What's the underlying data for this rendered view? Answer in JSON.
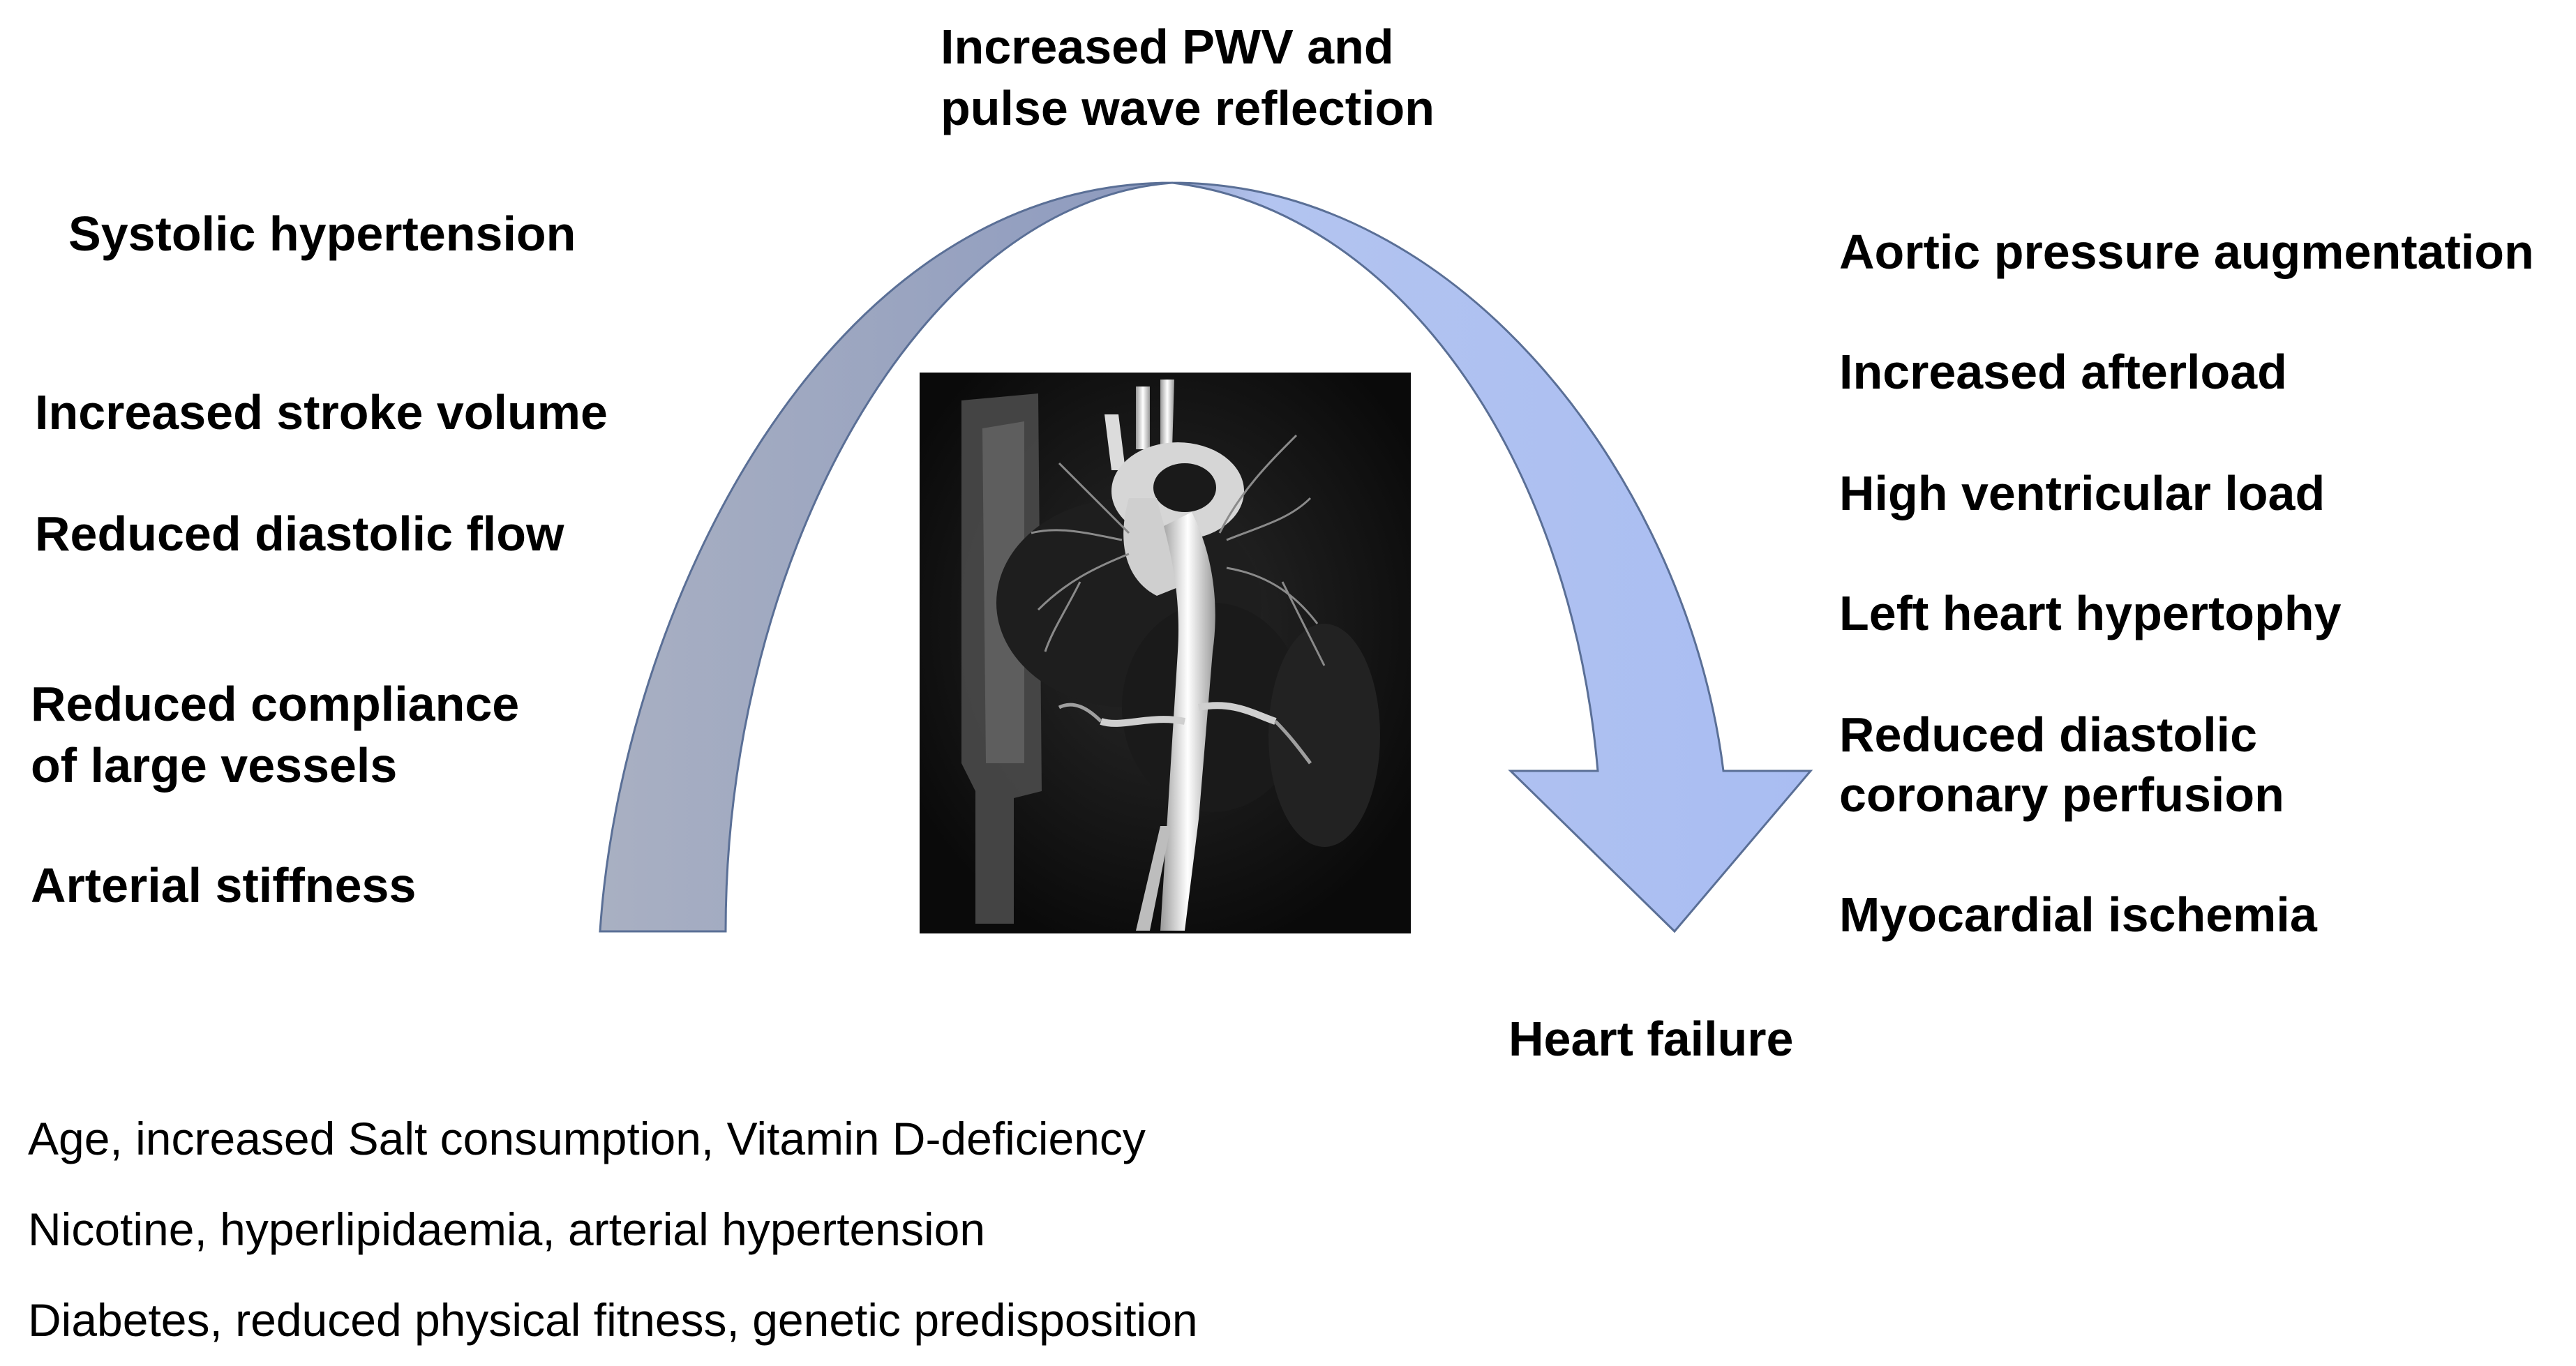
{
  "top": {
    "line1": "Increased PWV and",
    "line2": "pulse wave reflection"
  },
  "left": {
    "systolic": "Systolic hypertension",
    "stroke": "Increased stroke volume",
    "diastolic_flow": "Reduced diastolic flow",
    "compliance_line1": "Reduced compliance",
    "compliance_line2": "of large vessels",
    "stiffness": "Arterial stiffness"
  },
  "right": {
    "aortic": "Aortic pressure augmentation",
    "afterload": "Increased afterload",
    "ventricular": "High ventricular load",
    "hypertrophy": "Left heart hypertophy",
    "coronary_line1": "Reduced diastolic",
    "coronary_line2": "coronary perfusion",
    "ischemia": "Myocardial ischemia"
  },
  "outcome": "Heart failure",
  "risk_factors": [
    "Age, increased Salt consumption, Vitamin D-deficiency",
    "Nicotine, hyperlipidaemia, arterial hypertension",
    "Diabetes, reduced physical fitness, genetic predisposition"
  ],
  "colors": {
    "arrow_left": "#a8b0c4",
    "arrow_right": "#aabdf0",
    "outline": "#5a6f96",
    "scan_bg": "#141414"
  }
}
